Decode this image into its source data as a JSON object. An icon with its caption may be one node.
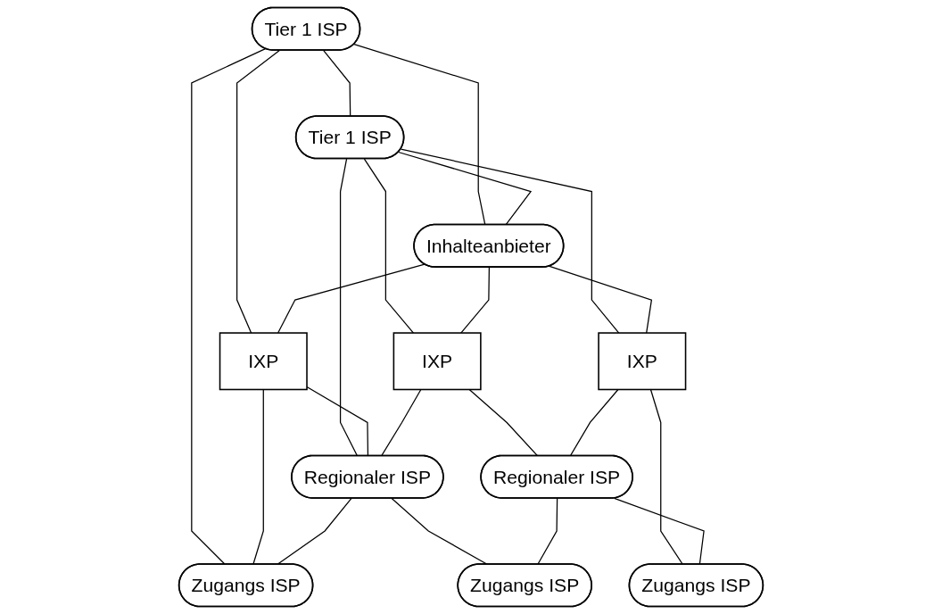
{
  "diagram": {
    "nodes": [
      {
        "text": [
          "Tier 1 ISP"
        ]
      },
      {
        "text": [
          "Tier 1 ISP"
        ]
      },
      {
        "text": [
          "Inhalteanbieter"
        ]
      },
      {
        "text": [
          "IXP"
        ]
      },
      {
        "text": [
          "IXP"
        ]
      },
      {
        "text": [
          "IXP"
        ]
      },
      {
        "text": [
          "Regionaler ISP"
        ]
      },
      {
        "text": [
          "Regionaler ISP"
        ]
      },
      {
        "text": [
          "Zugangs ISP"
        ]
      },
      {
        "text": [
          "Zugangs ISP"
        ]
      },
      {
        "text": [
          "Zugangs ISP"
        ]
      }
    ],
    "edges": [
      {
        "from": 0,
        "to": 2,
        "arrow": "none"
      },
      {
        "from": 0,
        "to": 1,
        "arrow": "none"
      },
      {
        "from": 1,
        "to": 2,
        "arrow": "none"
      },
      {
        "from": 0,
        "to": 3,
        "arrow": "none"
      },
      {
        "from": 0,
        "to": 8,
        "arrow": "none"
      },
      {
        "from": 1,
        "to": 6,
        "arrow": "none"
      },
      {
        "from": 1,
        "to": 4,
        "arrow": "none"
      },
      {
        "from": 1,
        "to": 5,
        "arrow": "none"
      },
      {
        "from": 2,
        "to": 3,
        "arrow": "none"
      },
      {
        "from": 2,
        "to": 4,
        "arrow": "none"
      },
      {
        "from": 2,
        "to": 5,
        "arrow": "none"
      },
      {
        "from": 3,
        "to": 6,
        "arrow": "none"
      },
      {
        "from": 3,
        "to": 8,
        "arrow": "none"
      },
      {
        "from": 4,
        "to": 6,
        "arrow": "none"
      },
      {
        "from": 4,
        "to": 7,
        "arrow": "none"
      },
      {
        "from": 5,
        "to": 7,
        "arrow": "none"
      },
      {
        "from": 5,
        "to": 10,
        "arrow": "none"
      },
      {
        "from": 6,
        "to": 8,
        "arrow": "none"
      },
      {
        "from": 6,
        "to": 9,
        "arrow": "none"
      },
      {
        "from": 7,
        "to": 9,
        "arrow": "none"
      },
      {
        "from": 7,
        "to": 10,
        "arrow": "none"
      }
    ]
  }
}
